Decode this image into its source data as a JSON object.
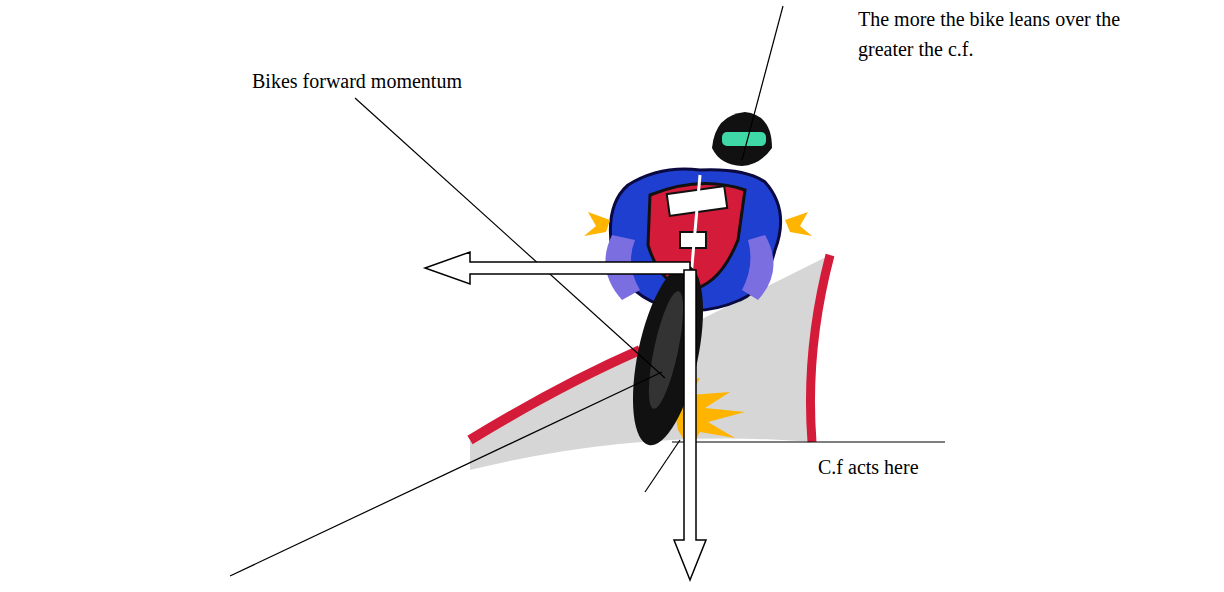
{
  "diagram": {
    "labels": [
      "The more the bike leans over the greater the c.f.",
      "Bikes forward momentum",
      "C.f acts here"
    ]
  }
}
